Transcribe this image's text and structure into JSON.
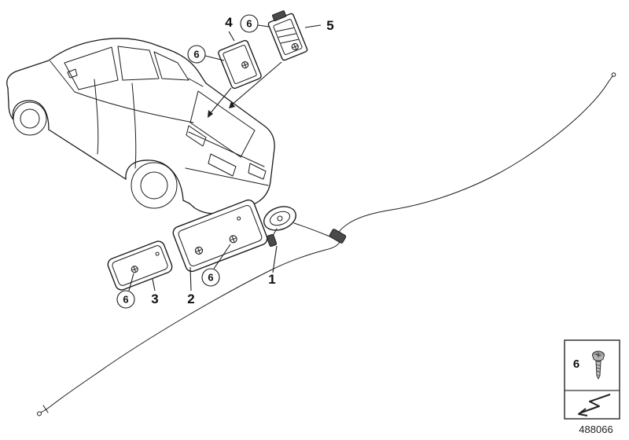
{
  "diagram": {
    "doc_number": "488066",
    "fastener_label": "6",
    "parts": {
      "p1": "1",
      "p2": "2",
      "p3": "3",
      "p4": "4",
      "p5": "5"
    },
    "legend": {
      "fastener_label": "6"
    },
    "colors": {
      "line": "#1c1c1c",
      "connector_fill": "#4a4a4a",
      "background": "#ffffff"
    }
  }
}
